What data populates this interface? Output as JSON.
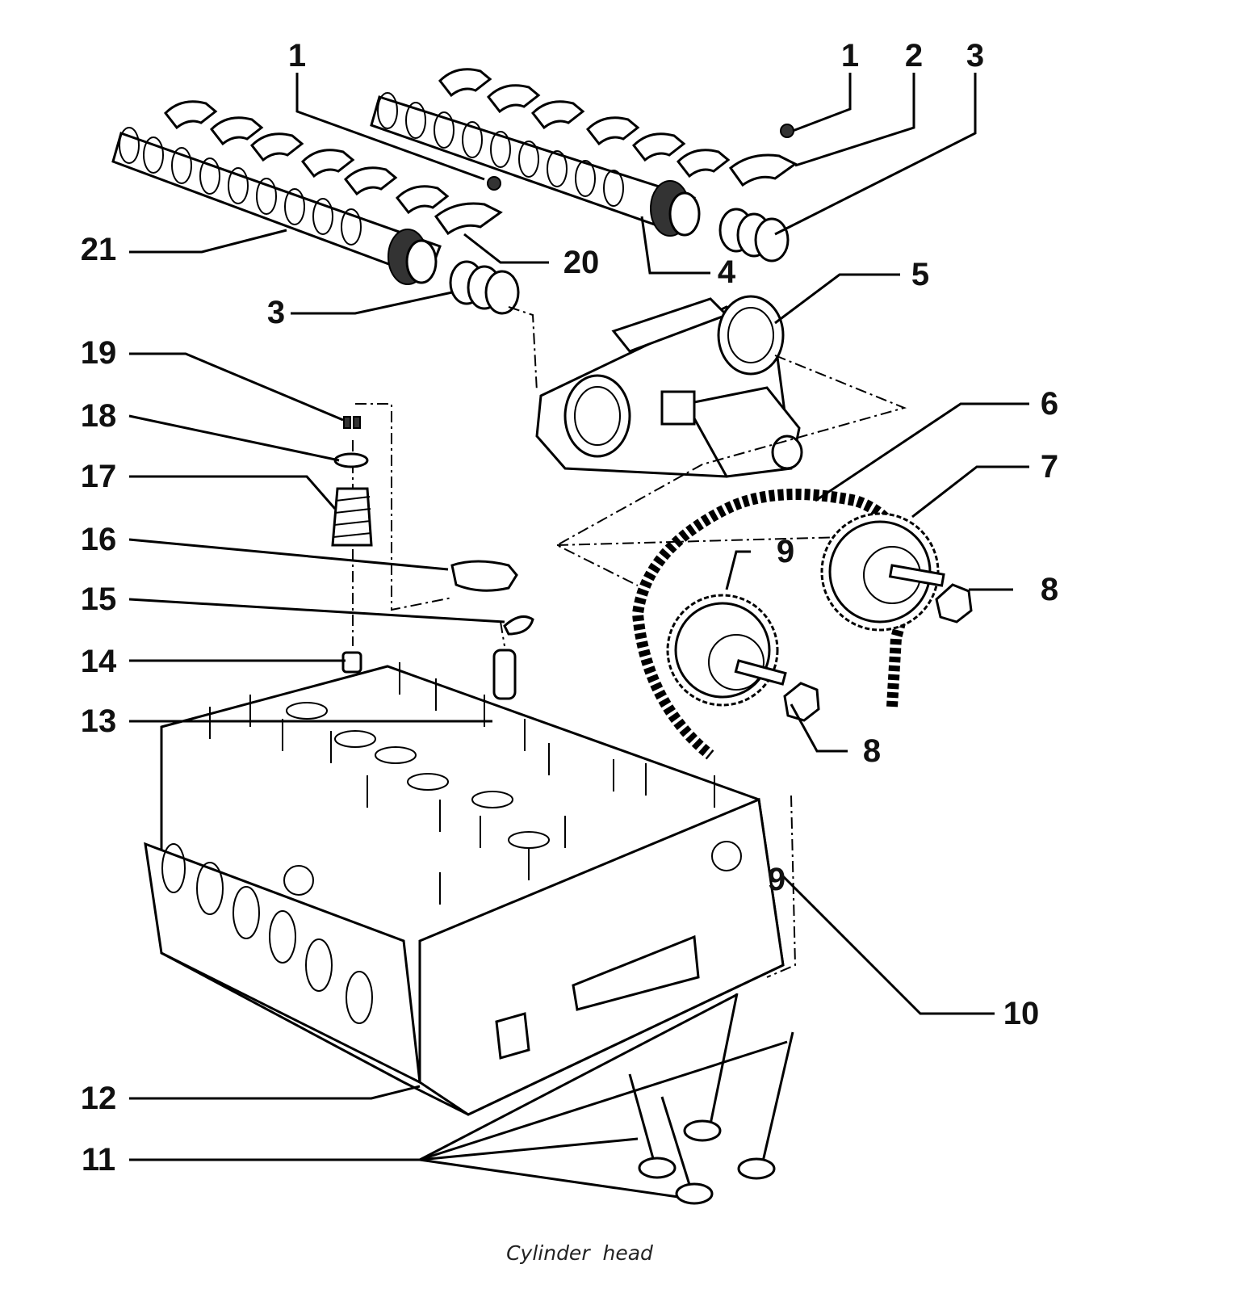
{
  "callouts": {
    "c1a": "1",
    "c1b": "1",
    "c2": "2",
    "c3a": "3",
    "c3b": "3",
    "c4": "4",
    "c5": "5",
    "c6": "6",
    "c7": "7",
    "c8a": "8",
    "c8b": "8",
    "c9": "9",
    "c10": "10",
    "c11": "11",
    "c12": "12",
    "c13": "13",
    "c14": "14",
    "c15": "15",
    "c16": "16",
    "c17": "17",
    "c18": "18",
    "c19": "19",
    "c20": "20",
    "c21": "21"
  },
  "caption": "Cylinder  head"
}
